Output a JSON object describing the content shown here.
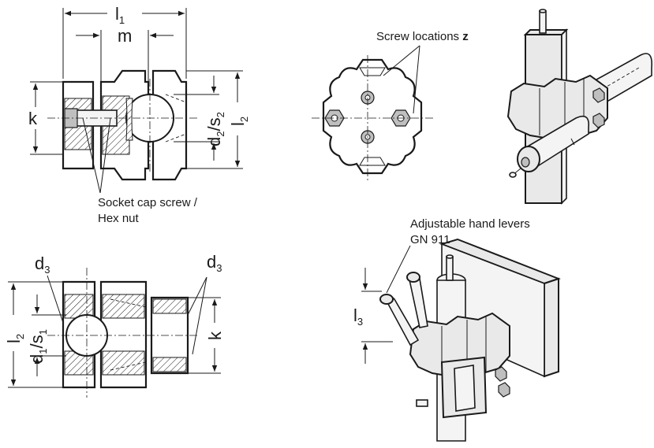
{
  "dimensions": {
    "l1": {
      "main": "l",
      "sub": "1"
    },
    "m": "m",
    "k_top": "k",
    "d2s2": {
      "d": "d",
      "dsub": "2",
      "sep": "/",
      "s": "s",
      "ssub": "2"
    },
    "l2_top": {
      "main": "l",
      "sub": "2"
    },
    "d3_left": {
      "main": "d",
      "sub": "3"
    },
    "d3_right": {
      "main": "d",
      "sub": "3"
    },
    "l2_bottom": {
      "main": "l",
      "sub": "2"
    },
    "d1s1": {
      "d": "d",
      "dsub": "1",
      "sep": "/",
      "s": "s",
      "ssub": "1"
    },
    "k_bottom": "k",
    "l3": {
      "main": "l",
      "sub": "3"
    }
  },
  "callouts": {
    "socket_cap_screw_line1": "Socket cap screw /",
    "socket_cap_screw_line2": "Hex nut",
    "screw_locations": "Screw locations ",
    "screw_locations_bold": "z",
    "hand_levers_line1": "Adjustable hand levers",
    "hand_levers_line2": "GN 911"
  }
}
